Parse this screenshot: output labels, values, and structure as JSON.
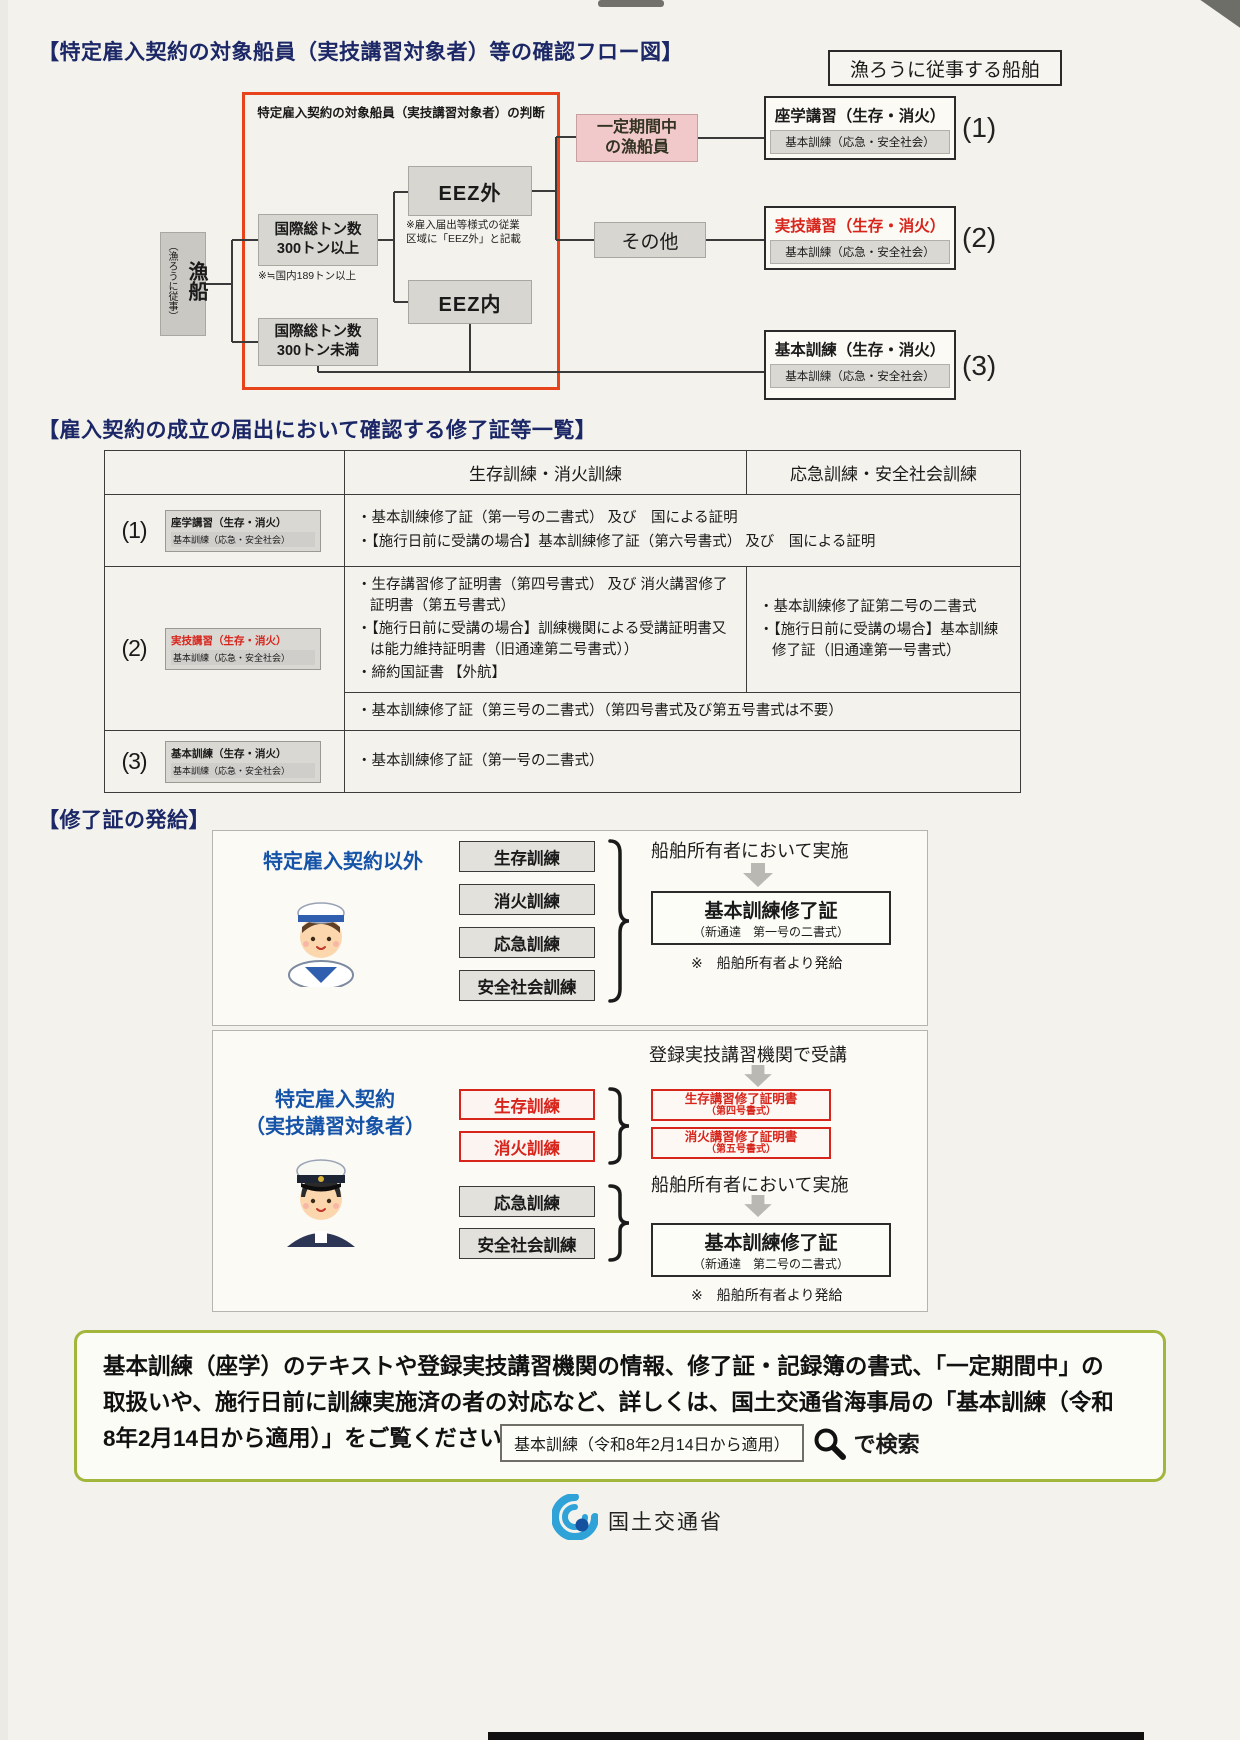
{
  "flow": {
    "title": "【特定雇入契約の対象船員（実技講習対象者）等の確認フロー図】",
    "corner_note": "漁ろうに従事する船舶",
    "judgment_label": "特定雇入契約の対象船員（実技講習対象者）の判断",
    "vessel_side_note": "（漁ろうに従事）",
    "vessel_label": "漁船",
    "tonnage_over": "国際総トン数\n300トン以上",
    "tonnage_over_note": "※≒国内189トン以上",
    "tonnage_under": "国際総トン数\n300トン未満",
    "eez_outside": "EEZ外",
    "eez_outside_note": "※雇入届出等様式の従業\n区域に「EEZ外」と記載",
    "eez_inside": "EEZ内",
    "fixed_period_crew": "一定期間中\nの漁船員",
    "other": "その他",
    "results": [
      {
        "num": "(1)",
        "line1": "座学講習（生存・消火）",
        "line2": "基本訓練（応急・安全社会）"
      },
      {
        "num": "(2)",
        "line1": "実技講習（生存・消火）",
        "line2": "基本訓練（応急・安全社会）"
      },
      {
        "num": "(3)",
        "line1": "基本訓練（生存・消火）",
        "line2": "基本訓練（応急・安全社会）"
      }
    ]
  },
  "table": {
    "title": "【雇入契約の成立の届出において確認する修了証等一覧】",
    "col_survival_fire": "生存訓練・消火訓練",
    "col_emergency_social": "応急訓練・安全社会訓練",
    "row1": {
      "num": "(1)",
      "thumb1": "座学講習（生存・消火）",
      "thumb2": "基本訓練（応急・安全社会）",
      "items": [
        "・基本訓練修了証（第一号の二書式） 及び　国による証明",
        "・【施行日前に受講の場合】基本訓練修了証（第六号書式） 及び　国による証明"
      ]
    },
    "row2": {
      "num": "(2)",
      "thumb1": "実技講習（生存・消火）",
      "thumb2": "基本訓練（応急・安全社会）",
      "left_items": [
        "・生存講習修了証明書（第四号書式） 及び 消火講習修了証明書（第五号書式）",
        "・【施行日前に受講の場合】訓練機関による受講証明書又は能力維持証明書（旧通達第二号書式））",
        "・締約国証書 【外航】"
      ],
      "right_items": [
        "・基本訓練修了証第二号の二書式",
        "・【施行日前に受講の場合】基本訓練修了証（旧通達第一号書式）"
      ],
      "span_item": "・基本訓練修了証（第三号の二書式）（第四号書式及び第五号書式は不要）"
    },
    "row3": {
      "num": "(3)",
      "thumb1": "基本訓練（生存・消火）",
      "thumb2": "基本訓練（応急・安全社会）",
      "items": [
        "・基本訓練修了証（第一号の二書式）"
      ]
    }
  },
  "issuance": {
    "title": "【修了証の発給】",
    "panel_other": {
      "label": "特定雇入契約以外",
      "trainings": [
        "生存訓練",
        "消火訓練",
        "応急訓練",
        "安全社会訓練"
      ],
      "impl_note": "船舶所有者において実施",
      "cert_name": "基本訓練修了証",
      "cert_form": "（新通達　第一号の二書式）",
      "issued_by": "※　船舶所有者より発給"
    },
    "panel_specified": {
      "label": "特定雇入契約\n（実技講習対象者）",
      "reg_training_note": "登録実技講習機関で受講",
      "practical_trainings": [
        "生存訓練",
        "消火訓練"
      ],
      "practical_certs": [
        {
          "name": "生存講習修了証明書",
          "form": "（第四号書式）"
        },
        {
          "name": "消火講習修了証明書",
          "form": "（第五号書式）"
        }
      ],
      "basic_trainings": [
        "応急訓練",
        "安全社会訓練"
      ],
      "impl_note": "船舶所有者において実施",
      "cert_name": "基本訓練修了証",
      "cert_form": "（新通達　第二号の二書式）",
      "issued_by": "※　船舶所有者より発給"
    }
  },
  "notice": {
    "body": "基本訓練（座学）のテキストや登録実技講習機関の情報、修了証・記録簿の書式、「一定期間中」の\n取扱いや、施行日前に訓練実施済の者の対応など、詳しくは、国土交通省海事局の「基本訓練（令和\n8年2月14日から適用）」をご覧ください。",
    "search_term": "基本訓練（令和8年2月14日から適用）",
    "search_suffix": "で検索"
  },
  "footer": {
    "org_name": "国土交通省"
  },
  "icons": {
    "sailor": "sailor-illustration",
    "captain": "captain-illustration",
    "search": "magnifier-icon",
    "logo": "mlit-swirl-logo",
    "down_arrow": "gray-down-arrow",
    "brace": "curly-brace"
  },
  "colors": {
    "accent_red": "#e8441c",
    "text_red": "#d8251c",
    "heading_navy": "#1b2766",
    "label_blue": "#1553a8",
    "notice_green": "#a3b63c",
    "pink_bg": "#f2c9cb",
    "gray_bg": "#d7d6d1"
  }
}
